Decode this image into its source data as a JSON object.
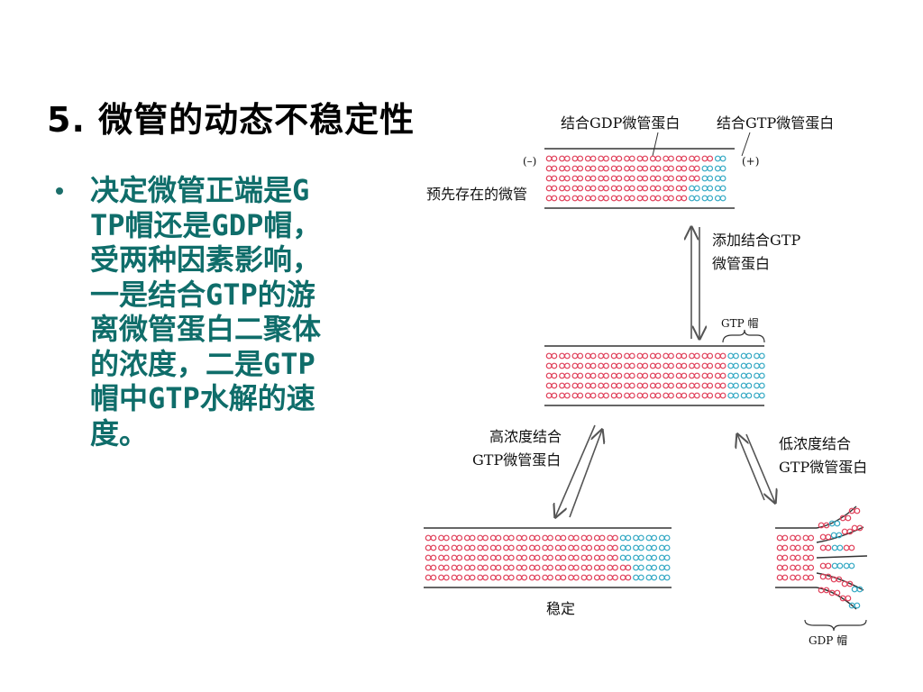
{
  "slide": {
    "title": "5. 微管的动态不稳定性",
    "bullet": "决定微管正端是GTP帽还是GDP帽， 受两种因素影响，一是结合GTP的游离微管蛋白二聚体的浓度，二是GTP帽中GTP水解的速度。"
  },
  "diagram": {
    "label_gdp_tubulin": "结合GDP微管蛋白",
    "label_gtp_tubulin": "结合GTP微管蛋白",
    "minus_end": "(–)",
    "plus_end": "(+)",
    "label_preexisting": "预先存在的微管",
    "label_add_gtp_line1": "添加结合GTP",
    "label_add_gtp_line2": "微管蛋白",
    "label_gtp_cap": "GTP 帽",
    "label_high_conc_line1": "高浓度结合",
    "label_high_conc_line2": "GTP微管蛋白",
    "label_low_conc_line1": "低浓度结合",
    "label_low_conc_line2": "GTP微管蛋白",
    "label_stable": "稳定",
    "label_gdp_cap": "GDP 帽",
    "colors": {
      "gdp": "#e0405a",
      "gtp": "#35a9c4",
      "wall": "#333333",
      "arrow": "#555555"
    }
  }
}
